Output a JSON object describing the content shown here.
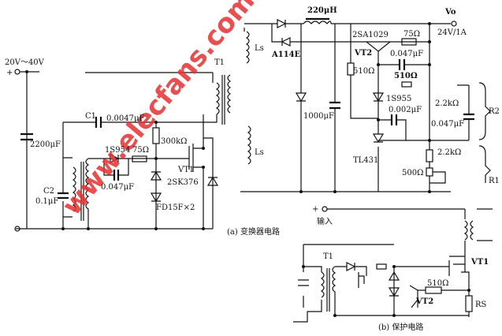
{
  "title_a": "(a) 变换器电路",
  "title_b": "(b) 保护电路",
  "watermark": "www.elecfans.com",
  "a": {
    "input": "20V～40V",
    "input_plus": "+",
    "c_in": "2200μF",
    "t1": "T1",
    "c1": "C1",
    "c1_val": "0.0047μF",
    "r300k": "300kΩ",
    "d_1s954": "1S954",
    "r75_left": "75Ω",
    "c_047_left": "0.047μF",
    "c2": "C2",
    "c2_val": "0.1μF",
    "vt1": "VT1",
    "vt1_part": "2SK376",
    "fd": "FD15F×2",
    "l_220": "220μH",
    "vo": "Vo",
    "vo_val": "24V/1A",
    "a114e": "A114E",
    "ls_top": "Ls",
    "ls_bot": "Ls",
    "vt2_part": "2SA1029",
    "vt2": "VT2",
    "r75_right": "75Ω",
    "c_047_top": "0.047μF",
    "r510_a": "510Ω",
    "r510_b": "510Ω",
    "d_1s955": "1S955",
    "c_002": "0.002μF",
    "c_1000": "1000μF",
    "r22k_a": "2.2kΩ",
    "c_047_right": "0.047μF",
    "r22k_b": "2.2kΩ",
    "r500": "500Ω",
    "tl431": "TL431",
    "r2": "R2",
    "r1": "R1"
  },
  "b": {
    "plus": "+",
    "input": "输入",
    "t1": "T1",
    "vt1": "VT1",
    "vt2": "VT2",
    "r510": "510Ω",
    "rs": "RS"
  }
}
